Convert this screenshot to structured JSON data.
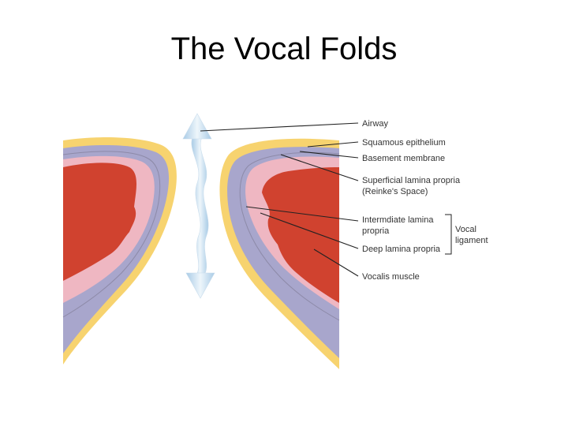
{
  "slide": {
    "title": "The Vocal Folds"
  },
  "diagram": {
    "labels": {
      "airway": "Airway",
      "squamous_epithelium": "Squamous epithelium",
      "basement_membrane": "Basement membrane",
      "superficial_lamina_propria_line1": "Superficial lamina propria",
      "superficial_lamina_propria_line2": "(Reinke's Space)",
      "intermediate_lamina_line1": "Intermdiate lamina",
      "intermediate_lamina_line2": "propria",
      "deep_lamina_propria": "Deep lamina propria",
      "vocal_ligament_line1": "Vocal",
      "vocal_ligament_line2": "ligament",
      "vocalis_muscle": "Vocalis muscle"
    },
    "colors": {
      "epithelium": "#f7d36f",
      "lamina_deep_layer": "#a8a6cc",
      "lamina_superficial_layer": "#efb7c2",
      "muscle": "#d0422f",
      "leader_line": "#222222",
      "airway_arrow": "#d6e8f5"
    }
  }
}
